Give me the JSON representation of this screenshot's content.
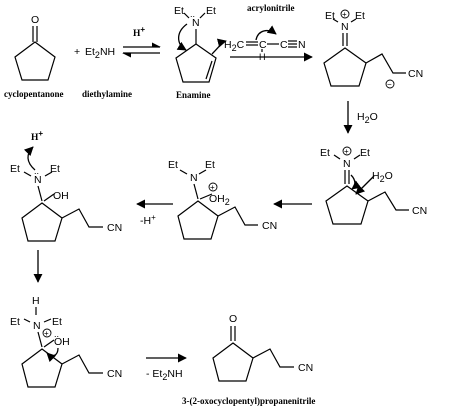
{
  "reagents": {
    "cyclopentanone_o": "O",
    "plus": "+",
    "diethylamine_formula": "Et",
    "diethylamine_sub": "2",
    "diethylamine_nh": "NH",
    "acid_top": "H",
    "acid_sup": "+",
    "acrylonitrile_label": "acrylonitrile",
    "water": "H",
    "water_sub": "2",
    "water_o": "O",
    "minus_h": "-H",
    "minus_h_sup": "+",
    "minus_amine": "- Et",
    "minus_amine_sub": "2",
    "minus_amine_nh": "NH"
  },
  "labels": {
    "cyclopentanone": "cyclopentanone",
    "diethylamine": "diethylamine",
    "enamine": "Enamine",
    "product": "3-(2-oxocyclopentyl)propanenitrile"
  },
  "atoms": {
    "et": "Et",
    "n": "N",
    "nh_n": "N",
    "h": "H",
    "oh": "OH",
    "oh2": "OH",
    "oh2_sub": "2",
    "o": "O",
    "cn": "CN",
    "h2c": "H",
    "h2c_sub": "2",
    "c": "C",
    "cn_triple": "C",
    "n_triple": "N",
    "plus": "+",
    "minus": "−",
    "plus_h": "H",
    "plus_h_sup": "+",
    "h2o_label": "H",
    "h2o_sub": "2",
    "h2o_o": "O",
    "dots": ".."
  }
}
